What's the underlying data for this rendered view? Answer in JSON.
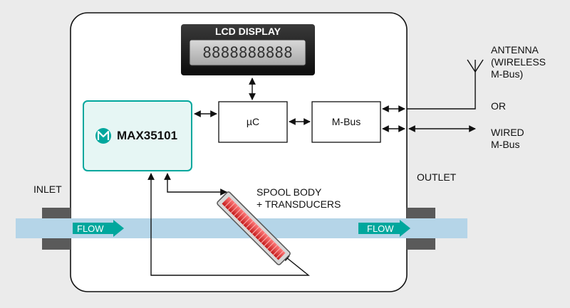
{
  "lcd": {
    "title": "LCD DISPLAY",
    "readout": "8888888888"
  },
  "chip": {
    "name": "MAX35101"
  },
  "uc": {
    "label": "µC"
  },
  "mbus": {
    "label": "M-Bus"
  },
  "antenna": {
    "line1": "ANTENNA",
    "line2": "(WIRELESS",
    "line3": "M-Bus)"
  },
  "or_label": "OR",
  "wired": {
    "line1": "WIRED",
    "line2": "M-Bus"
  },
  "inlet": "INLET",
  "outlet": "OUTLET",
  "spool": {
    "line1": "SPOOL BODY",
    "line2": "+ TRANSDUCERS"
  },
  "flow_left": "FLOW",
  "flow_right": "FLOW",
  "colors": {
    "accent": "#00a79d",
    "chip_fill": "#e6f6f4",
    "pipe": "#b5d5e8",
    "transducer": "#e83a3a"
  }
}
